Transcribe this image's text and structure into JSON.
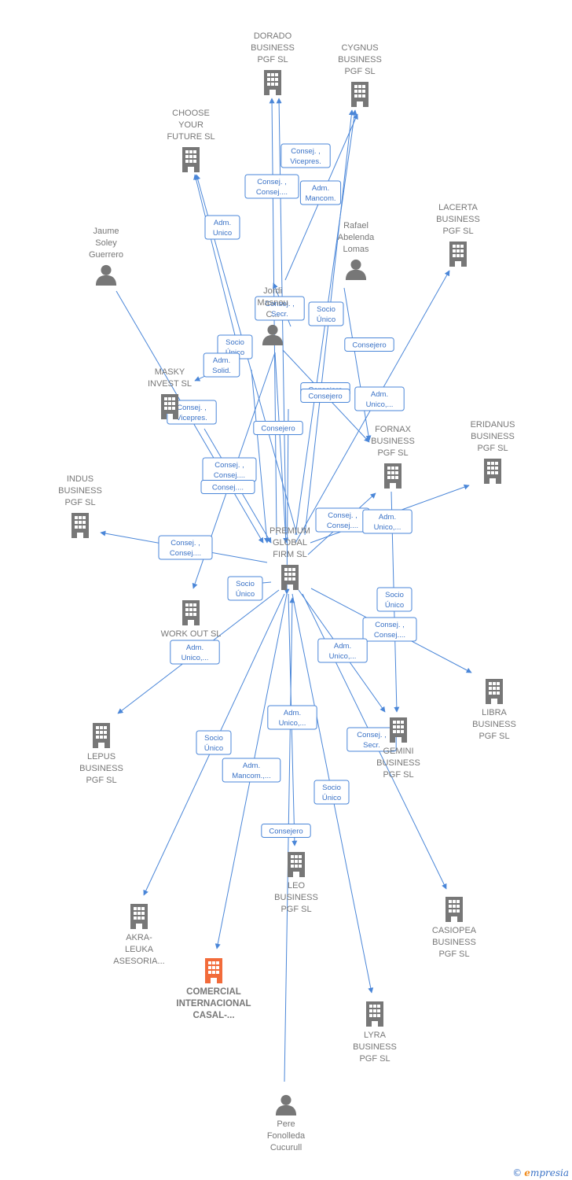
{
  "colors": {
    "edge": "#4a86d8",
    "node": "#777777",
    "highlight": "#f26b3a"
  },
  "nodes": [
    {
      "id": "dorado",
      "type": "company",
      "label": [
        "DORADO",
        "BUSINESS",
        "PGF  SL"
      ]
    },
    {
      "id": "cygnus",
      "type": "company",
      "label": [
        "CYGNUS",
        "BUSINESS",
        "PGF  SL"
      ]
    },
    {
      "id": "choose",
      "type": "company",
      "label": [
        "CHOOSE",
        "YOUR",
        "FUTURE  SL"
      ]
    },
    {
      "id": "jaume",
      "type": "person",
      "label": [
        "Jaume",
        "Soley",
        "Guerrero"
      ]
    },
    {
      "id": "rafael",
      "type": "person",
      "label": [
        "Rafael",
        "Abelenda",
        "Lomas"
      ]
    },
    {
      "id": "lacerta",
      "type": "company",
      "label": [
        "LACERTA",
        "BUSINESS",
        "PGF  SL"
      ]
    },
    {
      "id": "jordi",
      "type": "person",
      "label": [
        "Jordi",
        "Masnou",
        "C..."
      ]
    },
    {
      "id": "masky",
      "type": "company",
      "label": [
        "MASKY",
        "INVEST  SL"
      ]
    },
    {
      "id": "fornax",
      "type": "company",
      "label": [
        "FORNAX",
        "BUSINESS",
        "PGF  SL"
      ]
    },
    {
      "id": "eridanus",
      "type": "company",
      "label": [
        "ERIDANUS",
        "BUSINESS",
        "PGF  SL"
      ]
    },
    {
      "id": "indus",
      "type": "company",
      "label": [
        "INDUS",
        "BUSINESS",
        "PGF  SL"
      ]
    },
    {
      "id": "premium",
      "type": "company",
      "label": [
        "PREMIUM",
        "GLOBAL",
        "FIRM  SL"
      ]
    },
    {
      "id": "workout",
      "type": "company",
      "label": [
        "WORK OUT  SL"
      ]
    },
    {
      "id": "libra",
      "type": "company",
      "label": [
        "LIBRA",
        "BUSINESS",
        "PGF  SL"
      ]
    },
    {
      "id": "lepus",
      "type": "company",
      "label": [
        "LEPUS",
        "BUSINESS",
        "PGF  SL"
      ]
    },
    {
      "id": "gemini",
      "type": "company",
      "label": [
        "GEMINI",
        "BUSINESS",
        "PGF  SL"
      ]
    },
    {
      "id": "leo",
      "type": "company",
      "label": [
        "LEO",
        "BUSINESS",
        "PGF  SL"
      ]
    },
    {
      "id": "akra",
      "type": "company",
      "label": [
        "AKRA-",
        "LEUKA",
        "ASESORIA..."
      ]
    },
    {
      "id": "casiopea",
      "type": "company",
      "label": [
        "CASIOPEA",
        "BUSINESS",
        "PGF  SL"
      ]
    },
    {
      "id": "comercial",
      "type": "company",
      "highlight": true,
      "label": [
        "COMERCIAL",
        "INTERNACIONAL",
        "CASAL-..."
      ]
    },
    {
      "id": "lyra",
      "type": "company",
      "label": [
        "LYRA",
        "BUSINESS",
        "PGF  SL"
      ]
    },
    {
      "id": "pere",
      "type": "person",
      "label": [
        "Pere",
        "Fonolleda",
        "Cucurull"
      ]
    }
  ],
  "edge_labels": [
    [
      "Consej. ,",
      "Vicepres."
    ],
    [
      "Consej. ,",
      "Consej...."
    ],
    [
      "Adm.",
      "Mancom."
    ],
    [
      "Adm.",
      "Unico"
    ],
    [
      "Consej. ,",
      "Secr."
    ],
    [
      "Socio",
      "Único"
    ],
    [
      "Consejero"
    ],
    [
      "Socio",
      "Único"
    ],
    [
      "Adm.",
      "Solid."
    ],
    [
      "Consejero"
    ],
    [
      "Consejero"
    ],
    [
      "Adm.",
      "Unico,..."
    ],
    [
      "Consej. ,",
      "Vicepres."
    ],
    [
      "Consejero"
    ],
    [
      "Consej. ,",
      "Consej...."
    ],
    [
      "Consej...."
    ],
    [
      "Consej. ,",
      "Consej...."
    ],
    [
      "Adm.",
      "Unico,..."
    ],
    [
      "Consej. ,",
      "Consej...."
    ],
    [
      "Socio",
      "Único"
    ],
    [
      "Socio",
      "Único"
    ],
    [
      "Consej. ,",
      "Consej...."
    ],
    [
      "Adm.",
      "Unico,..."
    ],
    [
      "Adm.",
      "Unico,..."
    ],
    [
      "Adm.",
      "Unico,..."
    ],
    [
      "Socio",
      "Único"
    ],
    [
      "Adm.",
      "Mancom.,..."
    ],
    [
      "Consej. ,",
      "Secr."
    ],
    [
      "Socio",
      "Único"
    ],
    [
      "Consejero"
    ]
  ],
  "footer": {
    "copyright": "©",
    "brand_initial": "e",
    "brand_rest": "mpresia"
  }
}
